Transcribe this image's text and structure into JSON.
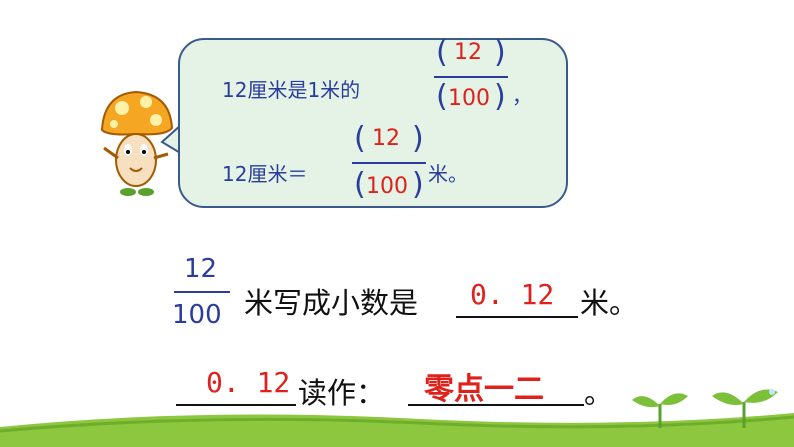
{
  "bubble": {
    "line1": {
      "text": "12厘米是1米的",
      "numerator": "12",
      "denominator": "100",
      "end": "，"
    },
    "line2": {
      "text": "12厘米＝",
      "numerator": "12",
      "denominator": "100",
      "end": "米。"
    }
  },
  "question1": {
    "numerator": "12",
    "denominator": "100",
    "text": "米写成小数是",
    "answer": "0. 12",
    "end": "米。"
  },
  "question2": {
    "answer1": "0. 12",
    "text": "读作：",
    "answer2": "零点一二",
    "end": "。"
  },
  "colors": {
    "blue": "#2b3d9c",
    "red": "#e0201a",
    "bubble_fill": "#e4f3e6",
    "grass": "#8dc63f"
  },
  "icons": [
    "mushroom-character-icon",
    "sprout-icon"
  ]
}
